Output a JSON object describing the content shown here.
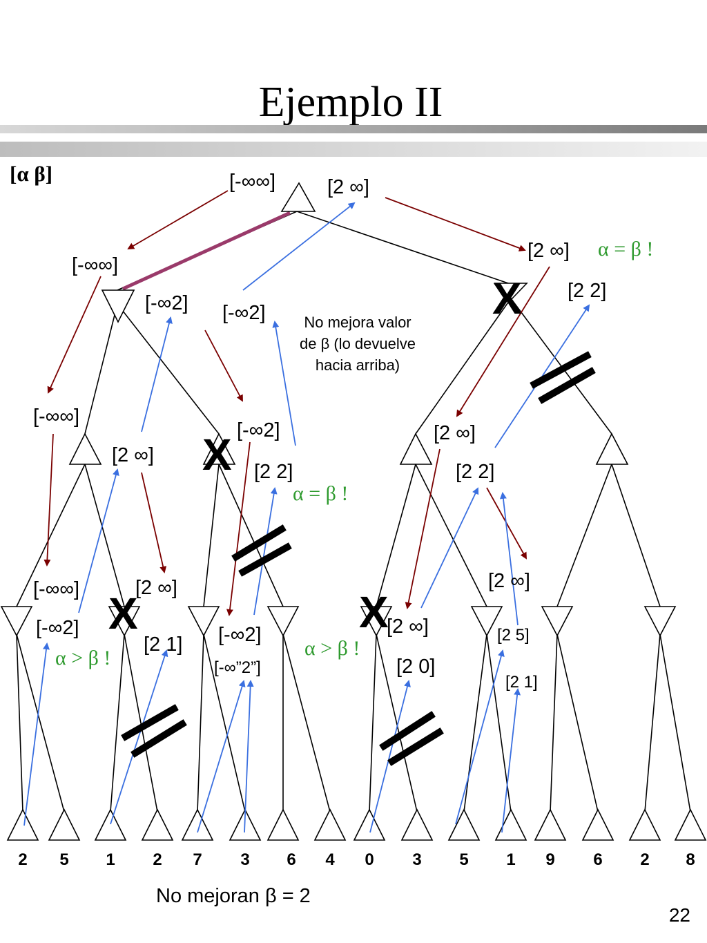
{
  "title": "Ejemplo II",
  "alpha_beta_legend": "[α  β]",
  "labels": {
    "root_in": "[-∞∞]",
    "root_out": "[2 ∞]",
    "L1_in": "[-∞∞]",
    "L1_ret": "[-∞2]",
    "L1_ret2": "[-∞2]",
    "R1_in": "[2 ∞]",
    "R1_eq": "α = β !",
    "R1_ret": "[2 2]",
    "L2a_in": "[-∞∞]",
    "L2a_ret": "[2 ∞]",
    "L2b_in": "[-∞2]",
    "L2b_ret": "[2 2]",
    "L2b_eq": "α = β !",
    "R2a_in": "[2 ∞]",
    "R2a_ret": "[2 2]",
    "R3b_in": "[2 ∞]",
    "L3a_in": "[-∞∞]",
    "L3a_ret": "[-∞2]",
    "L3a_gt": "α > β !",
    "L3b_in": "[2 ∞]",
    "L3b_ret": "[2 1]",
    "L3c_in": "[-∞2]",
    "L3c_ret": "[-∞”2”]",
    "L3c_gt": "α > β !",
    "R3a_in": "[2 ∞]",
    "R3a_ret": "[2 0]",
    "R3b_ret": "[2 5]",
    "R3b_ret2": "[2 1]"
  },
  "note_lines": [
    "No mejora valor",
    "de β (lo devuelve",
    "hacia arriba)"
  ],
  "leaves": [
    "2",
    "5",
    "1",
    "2",
    "7",
    "3",
    "6",
    "4",
    "0",
    "3",
    "5",
    "1",
    "9",
    "6",
    "2",
    "8"
  ],
  "footer": "No mejoran β = 2",
  "page_number": "22",
  "colors": {
    "red_arrow": "#7a0000",
    "blue_arrow": "#3a6fe0",
    "green_text": "#2e9a2e",
    "principal_variation": "#9a3a6a"
  }
}
